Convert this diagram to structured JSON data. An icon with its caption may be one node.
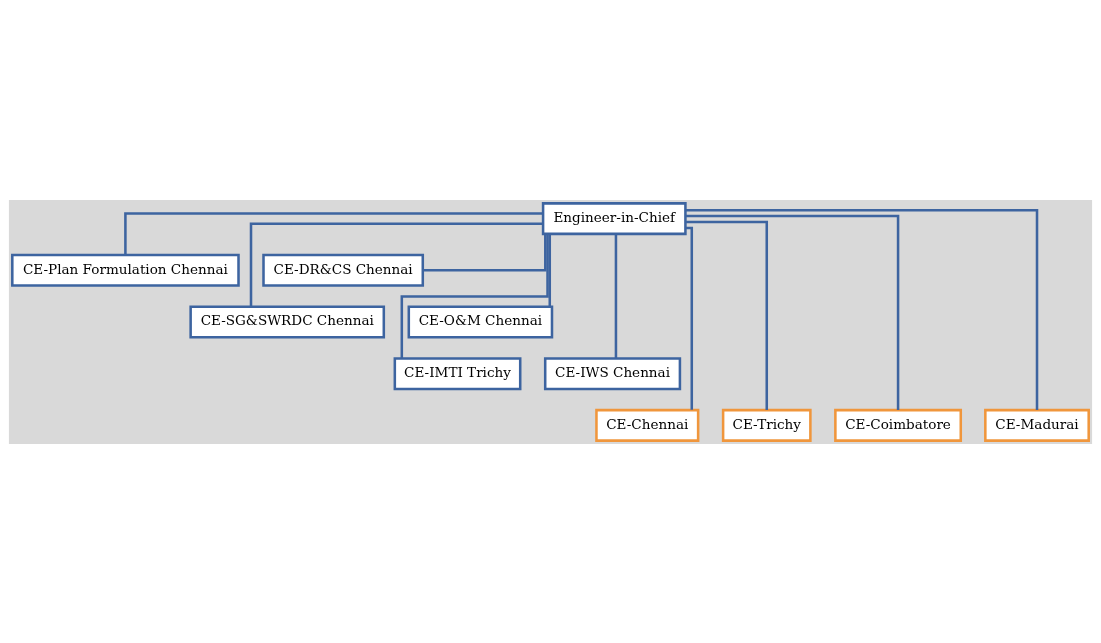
{
  "diagram": {
    "nodes": [
      {
        "text": [
          "Engineer-in-Chief"
        ]
      },
      {
        "text": [
          "CE-Plan Formulation Chennai"
        ]
      },
      {
        "text": [
          "CE-DR&CS Chennai"
        ]
      },
      {
        "text": [
          "CE-SG&SWRDC Chennai"
        ]
      },
      {
        "text": [
          "CE-O&M Chennai"
        ]
      },
      {
        "text": [
          "CE-IMTI Trichy"
        ]
      },
      {
        "text": [
          "CE-IWS Chennai"
        ]
      },
      {
        "text": [
          "CE-Chennai"
        ]
      },
      {
        "text": [
          "CE-Trichy"
        ]
      },
      {
        "text": [
          "CE-Coimbatore"
        ]
      },
      {
        "text": [
          "CE-Madurai"
        ]
      }
    ],
    "edges": [
      {
        "from": 0,
        "to": 1,
        "arrow": "none"
      },
      {
        "from": 0,
        "to": 2,
        "arrow": "none"
      },
      {
        "from": 0,
        "to": 3,
        "arrow": "none"
      },
      {
        "from": 0,
        "to": 4,
        "arrow": "none"
      },
      {
        "from": 0,
        "to": 5,
        "arrow": "none"
      },
      {
        "from": 0,
        "to": 6,
        "arrow": "none"
      },
      {
        "from": 0,
        "to": 7,
        "arrow": "none"
      },
      {
        "from": 0,
        "to": 8,
        "arrow": "none"
      },
      {
        "from": 0,
        "to": 9,
        "arrow": "none"
      },
      {
        "from": 0,
        "to": 10,
        "arrow": "none"
      }
    ]
  }
}
